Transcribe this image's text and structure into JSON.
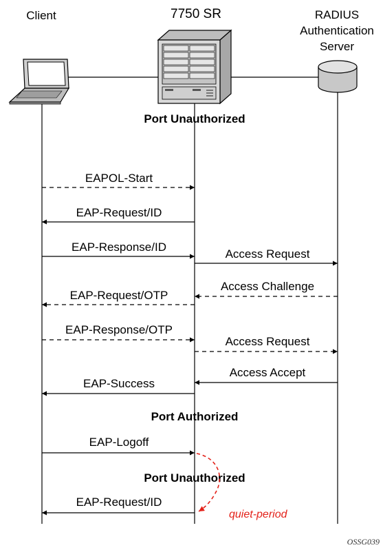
{
  "participants": {
    "client": "Client",
    "router": "7750 SR",
    "radius": [
      "RADIUS",
      "Authentication",
      "Server"
    ]
  },
  "states": {
    "port_unauthorized_1": "Port Unauthorized",
    "port_authorized": "Port Authorized",
    "port_unauthorized_2": "Port Unauthorized"
  },
  "messages": {
    "eapol_start": "EAPOL-Start",
    "eap_request_id_1": "EAP-Request/ID",
    "eap_response_id": "EAP-Response/ID",
    "access_request_1": "Access Request",
    "access_challenge": "Access Challenge",
    "eap_request_otp": "EAP-Request/OTP",
    "eap_response_otp": "EAP-Response/OTP",
    "access_request_2": "Access Request",
    "access_accept": "Access Accept",
    "eap_success": "EAP-Success",
    "eap_logoff": "EAP-Logoff",
    "eap_request_id_2": "EAP-Request/ID"
  },
  "quiet_period": "quiet-period",
  "figure_id": "OSSG039",
  "colors": {
    "accent_red": "#e32119",
    "line": "#000000",
    "device_fill": "#d9d9d9"
  }
}
